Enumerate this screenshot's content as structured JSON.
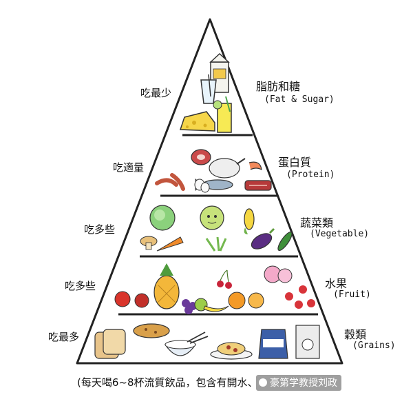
{
  "tiers": [
    {
      "frequency": "吃最少",
      "name_cn": "脂肪和糖",
      "name_en": "(Fat & Sugar)",
      "foods": [
        "milk-carton",
        "glass-of-water",
        "cheese",
        "juice-glass"
      ]
    },
    {
      "frequency": "吃適量",
      "name_cn": "蛋白質",
      "name_en": "(Protein)",
      "foods": [
        "ham",
        "chicken",
        "fish",
        "eggs",
        "shrimp",
        "steak",
        "sausage"
      ]
    },
    {
      "frequency": "吃多些",
      "name_cn": "蔬菜類",
      "name_en": "(Vegetable)",
      "foods": [
        "lettuce",
        "mushrooms",
        "carrot",
        "cabbage",
        "beans",
        "corn",
        "eggplant",
        "cucumber"
      ]
    },
    {
      "frequency": "吃多些",
      "name_cn": "水果",
      "name_en": "(Fruit)",
      "foods": [
        "tomato",
        "pineapple",
        "grapes",
        "banana",
        "orange",
        "cherries",
        "peach",
        "strawberries"
      ]
    },
    {
      "frequency": "吃最多",
      "name_cn": "穀類",
      "name_en": "(Grains)",
      "foods": [
        "bread",
        "buns",
        "rice-bowl",
        "spaghetti",
        "flour-bag",
        "cereal-box"
      ]
    }
  ],
  "footer": "(每天喝6~8杯流質飲品，包含有開水、",
  "watermark": "豪第学教授刘政",
  "colors": {
    "outline": "#222222",
    "background": "#ffffff"
  }
}
